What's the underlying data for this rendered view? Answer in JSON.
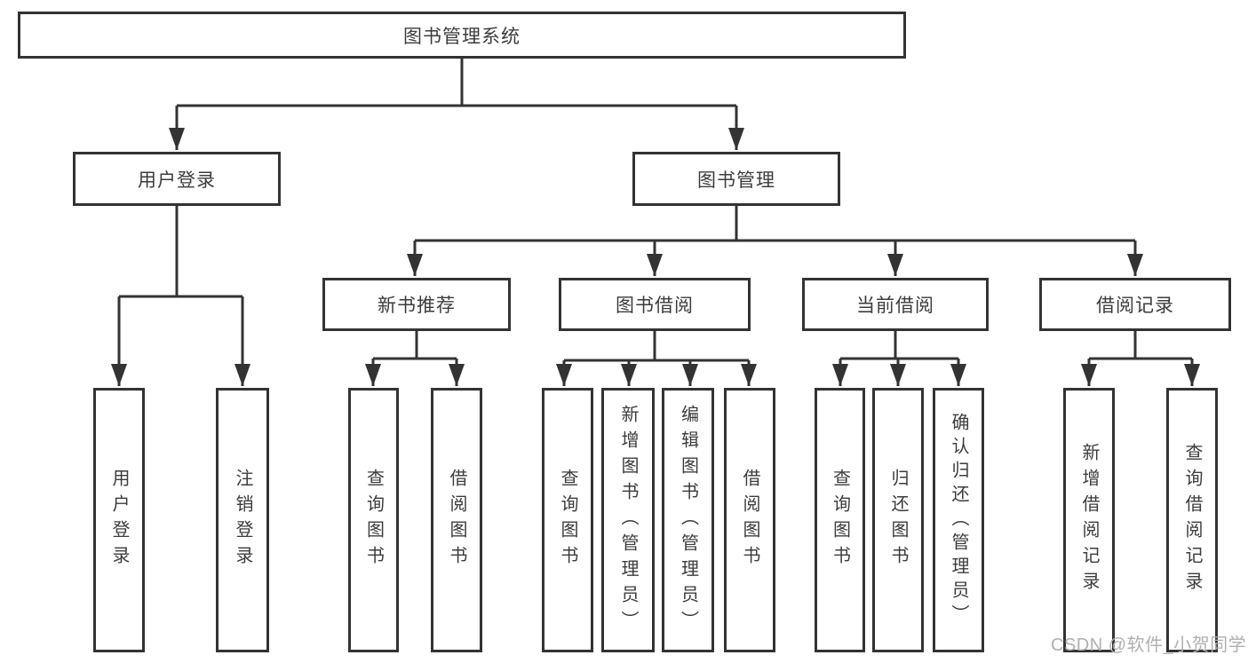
{
  "tree": {
    "label": "图书管理系统",
    "children": [
      {
        "label": "用户登录",
        "children": [
          {
            "label": "用户登录"
          },
          {
            "label": "注销登录"
          }
        ]
      },
      {
        "label": "图书管理",
        "children": [
          {
            "label": "新书推荐",
            "children": [
              {
                "label": "查询图书"
              },
              {
                "label": "借阅图书"
              }
            ]
          },
          {
            "label": "图书借阅",
            "children": [
              {
                "label": "查询图书"
              },
              {
                "label": "新增图书（管理员）"
              },
              {
                "label": "编辑图书（管理员）"
              },
              {
                "label": "借阅图书"
              }
            ]
          },
          {
            "label": "当前借阅",
            "children": [
              {
                "label": "查询图书"
              },
              {
                "label": "归还图书"
              },
              {
                "label": "确认归还（管理员）"
              }
            ]
          },
          {
            "label": "借阅记录",
            "children": [
              {
                "label": "新增借阅记录"
              },
              {
                "label": "查询借阅记录"
              }
            ]
          }
        ]
      }
    ]
  },
  "watermark": {
    "text": "CSDN @软件_小贺同学",
    "color": "#b0b0b0"
  },
  "colors": {
    "line": "#333333",
    "box_border": "#333333",
    "box_background": "#ffffff",
    "text": "#3c3c3c"
  }
}
